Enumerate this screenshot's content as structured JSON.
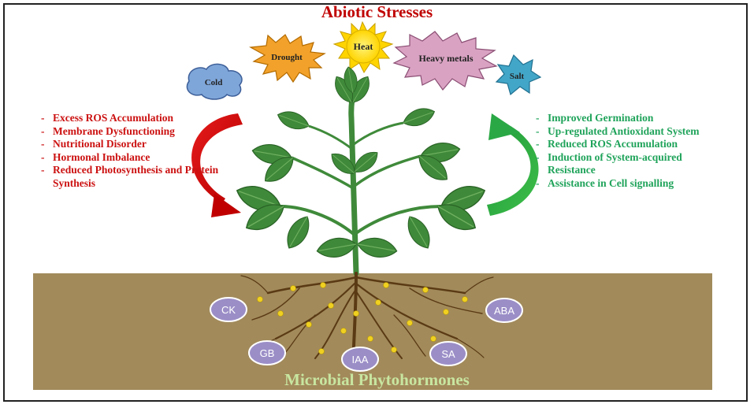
{
  "title": "Abiotic Stresses",
  "stresses": [
    "Cold",
    "Drought",
    "Heat",
    "Heavy metals",
    "Salt"
  ],
  "negative_effects": [
    "Excess ROS Accumulation",
    "Membrane Dysfunctioning",
    "Nutritional Disorder",
    "Hormonal Imbalance",
    "Reduced Photosynthesis and Protein Synthesis"
  ],
  "positive_effects": [
    "Improved Germination",
    "Up-regulated Antioxidant System",
    "Reduced ROS Accumulation",
    "Induction of System-acquired Resistance",
    "Assistance in Cell signalling"
  ],
  "phytohormones": [
    "CK",
    "ABA",
    "GB",
    "IAA",
    "SA"
  ],
  "bottom_label": "Microbial Phytohormones",
  "colors": {
    "title": "#c00000",
    "negative": "#cc1111",
    "positive": "#1fa35a",
    "soil": "#a28a5b",
    "leaf": "#3f8a3a",
    "root": "#5a3a14",
    "hormone_fill": "#9b8ec7",
    "bottom_label": "#c8e6a0"
  }
}
